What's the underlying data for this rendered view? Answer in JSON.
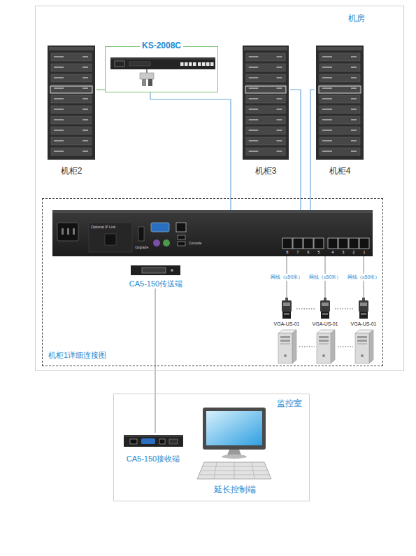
{
  "diagram": {
    "nodes": [
      {
        "text": [
          "机房"
        ]
      },
      {
        "text": [
          "机柜2"
        ],
        "in": 0
      },
      {
        "text": [
          "KS-2008C"
        ],
        "in": 0
      },
      {
        "text": [
          "机柜3"
        ],
        "in": 0
      },
      {
        "text": [
          "机柜4"
        ],
        "in": 0
      },
      {
        "text": [
          "机柜1详细连接图"
        ],
        "in": 0
      },
      {
        "text": [
          "Optional IP Link",
          "Upgrade",
          "Console"
        ],
        "in": 5
      },
      {
        "text": [
          "CA5-150传送端"
        ],
        "in": 5
      },
      {
        "text": [
          "VGA-US-01"
        ],
        "in": 5
      },
      {
        "text": [
          "VGA-US-01"
        ],
        "in": 5
      },
      {
        "text": [
          "VGA-US-01"
        ],
        "in": 5
      },
      {
        "text": [
          "监控室"
        ]
      },
      {
        "text": [
          "CA5-150接收端"
        ],
        "in": 11
      },
      {
        "text": [
          "延长控制端"
        ],
        "in": 11
      }
    ],
    "edges": [
      {
        "from": 2,
        "to": 1,
        "arrow": "none"
      },
      {
        "from": 2,
        "to": 6,
        "arrow": "none"
      },
      {
        "from": 3,
        "to": 6,
        "arrow": "none"
      },
      {
        "from": 4,
        "to": 6,
        "arrow": "none"
      },
      {
        "from": 6,
        "to": 8,
        "label": "网线（≤50米）",
        "arrow": "none"
      },
      {
        "from": 6,
        "to": 9,
        "label": "网线（≤50米）",
        "arrow": "none"
      },
      {
        "from": 6,
        "to": 10,
        "label": "网线（≤50米）",
        "arrow": "none"
      },
      {
        "from": 7,
        "to": 12,
        "arrow": "none"
      }
    ],
    "labels": [
      "8",
      "7",
      "6",
      "5",
      "4",
      "3",
      "2",
      "1"
    ]
  }
}
